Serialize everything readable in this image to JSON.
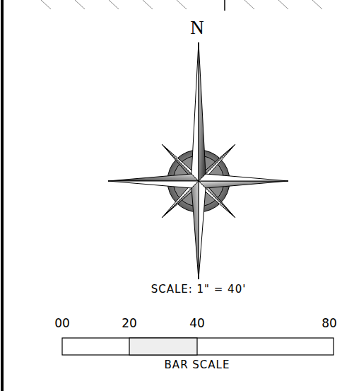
{
  "diagram": {
    "labels": [
      "N",
      "SCALE: 1\" = 40'",
      "00",
      "20",
      "40",
      "80",
      "BAR SCALE"
    ]
  }
}
